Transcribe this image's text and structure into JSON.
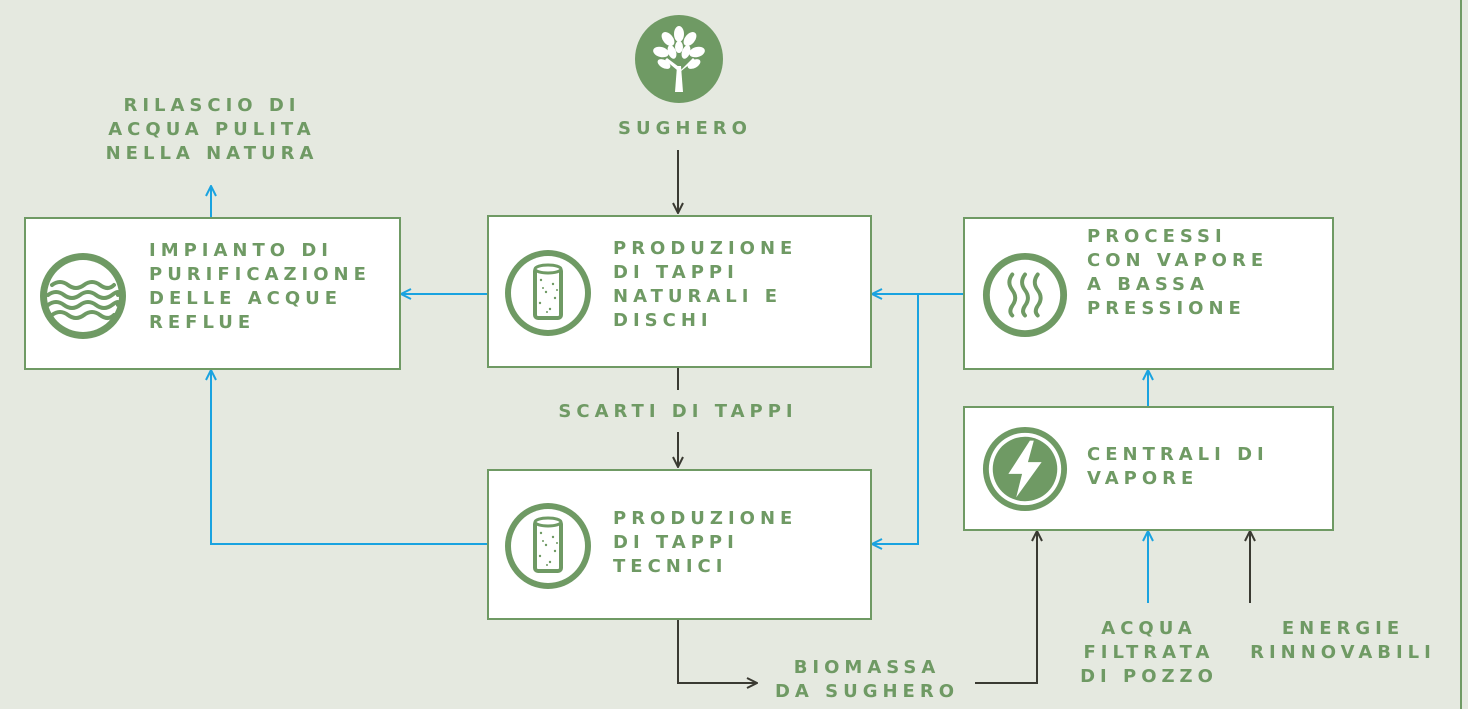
{
  "colors": {
    "background": "#e5e9e0",
    "green": "#6f9a64",
    "blue_arrow": "#1aa3e0",
    "dark_arrow": "#3a3a32"
  },
  "source": {
    "icon": "tree-icon",
    "label": "SUGHERO"
  },
  "output": {
    "label": "RILASCIO DI\nACQUA PULITA\nNELLA NATURA"
  },
  "boxes": {
    "purification": {
      "icon": "water-waves-icon",
      "label": "IMPIANTO DI\nPURIFICAZIONE\nDELLE ACQUE\nREFLUE"
    },
    "natural": {
      "icon": "cork-stopper-icon",
      "label": "PRODUZIONE\nDI TAPPI\nNATURALI E\nDISCHI"
    },
    "steam_process": {
      "icon": "steam-icon",
      "label": "PROCESSI\nCON VAPORE\nA BASSA\nPRESSIONE"
    },
    "steam_plant": {
      "icon": "lightning-icon",
      "label": "CENTRALI DI\nVAPORE"
    },
    "technical": {
      "icon": "cork-stopper-icon",
      "label": "PRODUZIONE\nDI TAPPI\nTECNICI"
    }
  },
  "flow_labels": {
    "scraps": "SCARTI DI TAPPI",
    "biomass": "BIOMASSA\nDA SUGHERO",
    "well_water": "ACQUA\nFILTRATA\nDI POZZO",
    "renewables": "ENERGIE\nRINNOVABILI"
  }
}
